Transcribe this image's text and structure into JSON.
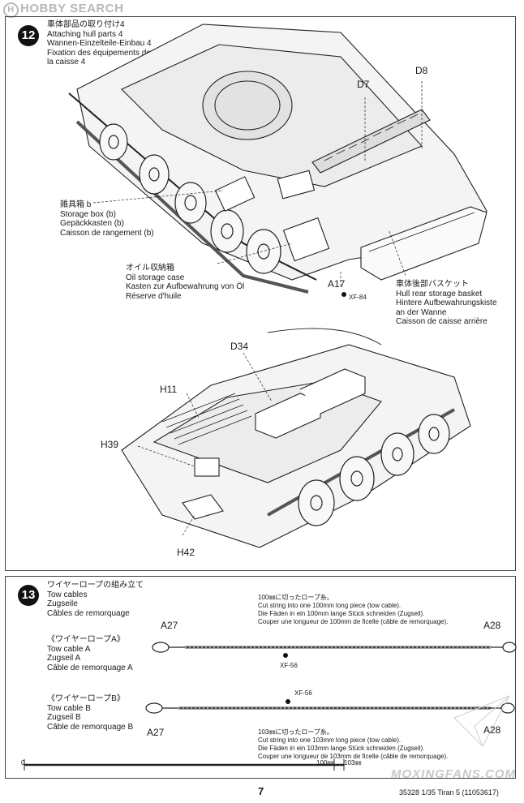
{
  "watermark_top": "HOBBY SEARCH",
  "step12": {
    "number": "12",
    "title_jp": "車体部品の取り付け4",
    "title_en": "Attaching hull parts 4",
    "title_de": "Wannen-Einzelteile-Einbau 4",
    "title_fr_1": "Fixation des équipements de",
    "title_fr_2": "la caisse 4",
    "storage_box": {
      "jp": "雑具箱 b",
      "en": "Storage box (b)",
      "de": "Gepäckkasten (b)",
      "fr": "Caisson de rangement (b)"
    },
    "oil_case": {
      "jp": "オイル収納箱",
      "en": "Oil storage case",
      "de": "Kasten zur Aufbewahrung von Öl",
      "fr": "Réserve d'huile"
    },
    "basket": {
      "jp": "車体後部バスケット",
      "en": "Hull rear storage basket",
      "de": "Hintere Aufbewahrungskiste",
      "de2": "an der Wanne",
      "fr": "Caisson de caisse arrière"
    },
    "parts": {
      "d7": "D7",
      "d8": "D8",
      "a17": "A17",
      "d34": "D34",
      "h11": "H11",
      "h39": "H39",
      "h42": "H42"
    },
    "paint": "XF-84"
  },
  "step13": {
    "number": "13",
    "title_jp": "ワイヤーロープの組み立て",
    "title_en": "Tow cables",
    "title_de": "Zugseile",
    "title_fr": "Câbles de remorquage",
    "note_a": {
      "jp": "100㎜に切ったロープ糸。",
      "en": "Cut string into one 100mm long piece (tow cable).",
      "de": "Die Fäden in ein 100mm lange Stück schneiden (Zugseil).",
      "fr": "Couper une longueur de 100mm de ficelle (câble de remorquage)."
    },
    "note_b": {
      "jp": "103㎜に切ったロープ糸。",
      "en": "Cut string into one 103mm long piece (tow cable).",
      "de": "Die Fäden in ein 103mm lange Stück schneiden (Zugseil).",
      "fr": "Couper une longueur de 103mm de ficelle (câble de remorquage)."
    },
    "cable_a": {
      "jp": "《ワイヤーロープA》",
      "en": "Tow cable A",
      "de": "Zugseil A",
      "fr": "Câble de remorquage A"
    },
    "cable_b": {
      "jp": "《ワイヤーロープB》",
      "en": "Tow cable B",
      "de": "Zugseil B",
      "fr": "Câble de remorquage B"
    },
    "parts": {
      "a27_top": "A27",
      "a28_top": "A28",
      "a27_bot": "A27",
      "a28_bot": "A28"
    },
    "paint_a": "XF-56",
    "paint_b": "XF-56",
    "ruler": {
      "zero": "0",
      "mark100": "100㎜",
      "mark103": "103㎜"
    }
  },
  "footer": {
    "page": "7",
    "code": "35328 1/35 Tiran 5 (11053617)",
    "brand": "MOXINGFANS.COM"
  }
}
